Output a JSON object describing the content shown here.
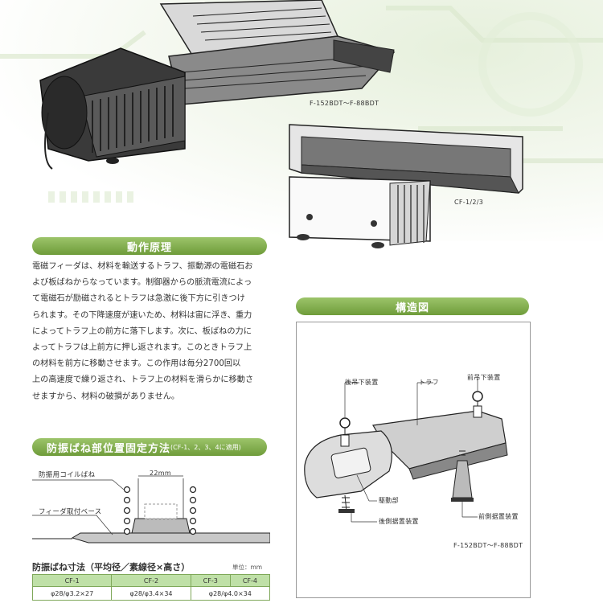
{
  "captions": {
    "top_model": "F-152BDT～F-88BDT",
    "small_model": "CF-1/2/3"
  },
  "section_principle": {
    "title": "動作原理",
    "lines": [
      "電磁フィーダは、材料を輸送するトラフ、振動源の電磁石お",
      "よび板ばねからなっています。制御器からの脈流電流によっ",
      "て電磁石が励磁されるとトラフは急激に後下方に引きつけ",
      "られます。その下降速度が速いため、材料は宙に浮き、重力",
      "によってトラフ上の前方に落下します。次に、板ばねの力に",
      "よってトラフは上前方に押し返されます。このときトラフ上",
      "の材料を前方に移動させます。この作用は毎分2700回以",
      "上の高速度で繰り返され、トラフ上の材料を滑らかに移動さ",
      "せますから、材料の破損がありません。"
    ]
  },
  "section_structure": {
    "title": "構造図",
    "labels": {
      "rear_hanger": "後吊下装置",
      "trough": "トラフ",
      "front_hanger": "前吊下装置",
      "drive": "駆動部",
      "rear_support": "後側据置装置",
      "front_support": "前側据置装置",
      "model": "F-152BDT～F-88BDT"
    }
  },
  "section_spring": {
    "title": "防振ばね部位置固定方法",
    "title_note": "(CF-1、2、3、4に適用)",
    "label_coil": "防振用コイルばね",
    "label_base": "フィーダ取付ベース",
    "dimension": "22mm"
  },
  "spring_table": {
    "title": "防振ばね寸法（平均径／素線径×高さ）",
    "unit": "単位：mm",
    "headers": [
      "CF-1",
      "CF-2",
      "CF-3",
      "CF-4"
    ],
    "cells": [
      "φ28/φ3.2×27",
      "φ28/φ3.4×34",
      "φ28/φ4.0×34"
    ]
  },
  "colors": {
    "heading_green": "#7aa845",
    "table_header": "#bfe0a7"
  }
}
